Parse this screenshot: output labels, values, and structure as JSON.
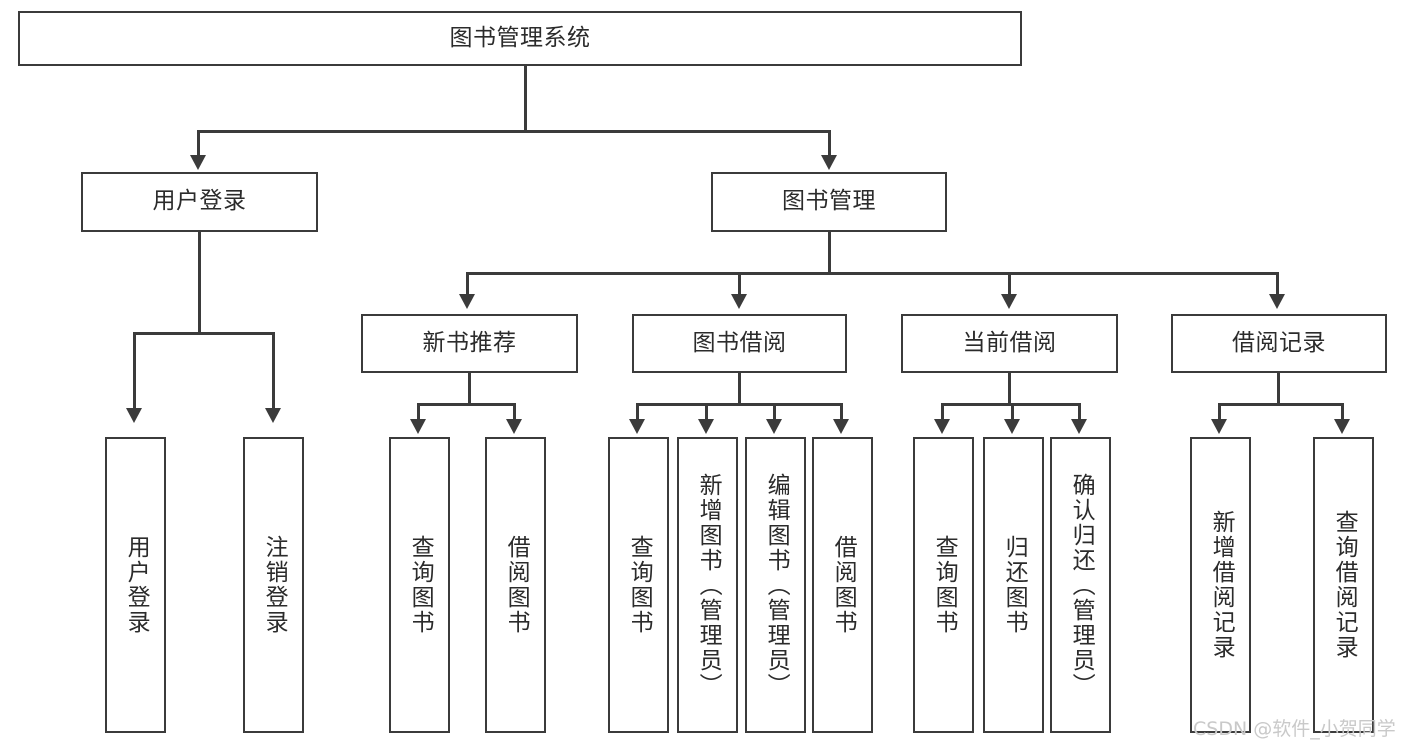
{
  "diagram": {
    "type": "tree-hierarchy",
    "title": "图书管理系统",
    "root": {
      "label": "图书管理系统"
    },
    "level1": [
      {
        "id": "user-login",
        "label": "用户登录"
      },
      {
        "id": "book-management",
        "label": "图书管理"
      }
    ],
    "level2": [
      {
        "id": "new-book-recommend",
        "label": "新书推荐",
        "parent": "book-management"
      },
      {
        "id": "book-borrow",
        "label": "图书借阅",
        "parent": "book-management"
      },
      {
        "id": "current-borrow",
        "label": "当前借阅",
        "parent": "book-management"
      },
      {
        "id": "borrow-record",
        "label": "借阅记录",
        "parent": "book-management"
      }
    ],
    "leaves": {
      "user-login": [
        {
          "id": "leaf-user-login",
          "label": "用户登录"
        },
        {
          "id": "leaf-logout",
          "label": "注销登录"
        }
      ],
      "new-book-recommend": [
        {
          "id": "leaf-query-book-1",
          "label": "查询图书"
        },
        {
          "id": "leaf-borrow-book-1",
          "label": "借阅图书"
        }
      ],
      "book-borrow": [
        {
          "id": "leaf-query-book-2",
          "label": "查询图书"
        },
        {
          "id": "leaf-add-book",
          "label": "新增图书（管理员）"
        },
        {
          "id": "leaf-edit-book",
          "label": "编辑图书（管理员）"
        },
        {
          "id": "leaf-borrow-book-2",
          "label": "借阅图书"
        }
      ],
      "current-borrow": [
        {
          "id": "leaf-query-book-3",
          "label": "查询图书"
        },
        {
          "id": "leaf-return-book",
          "label": "归还图书"
        },
        {
          "id": "leaf-confirm-return",
          "label": "确认归还（管理员）"
        }
      ],
      "borrow-record": [
        {
          "id": "leaf-add-record",
          "label": "新增借阅记录"
        },
        {
          "id": "leaf-query-record",
          "label": "查询借阅记录"
        }
      ]
    }
  },
  "watermark": {
    "text": "CSDN @软件_小贺同学"
  },
  "colors": {
    "stroke": "#3b3b3b",
    "text": "#2b2b2b",
    "background": "#ffffff",
    "watermark": "#c9c9c9"
  }
}
